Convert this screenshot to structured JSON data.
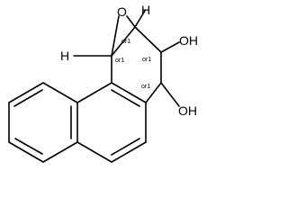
{
  "structure": {
    "oxygen_labels": {
      "epoxide": "O",
      "upper_hydroxyl": "OH",
      "lower_hydroxyl": "OH"
    },
    "hydrogen_labels": {
      "left": "H",
      "upper": "H"
    },
    "stereo_labels": {
      "c1": "or1",
      "c2": "or1",
      "c3": "or1",
      "c4": "or1"
    },
    "bond_color": "#000000"
  }
}
